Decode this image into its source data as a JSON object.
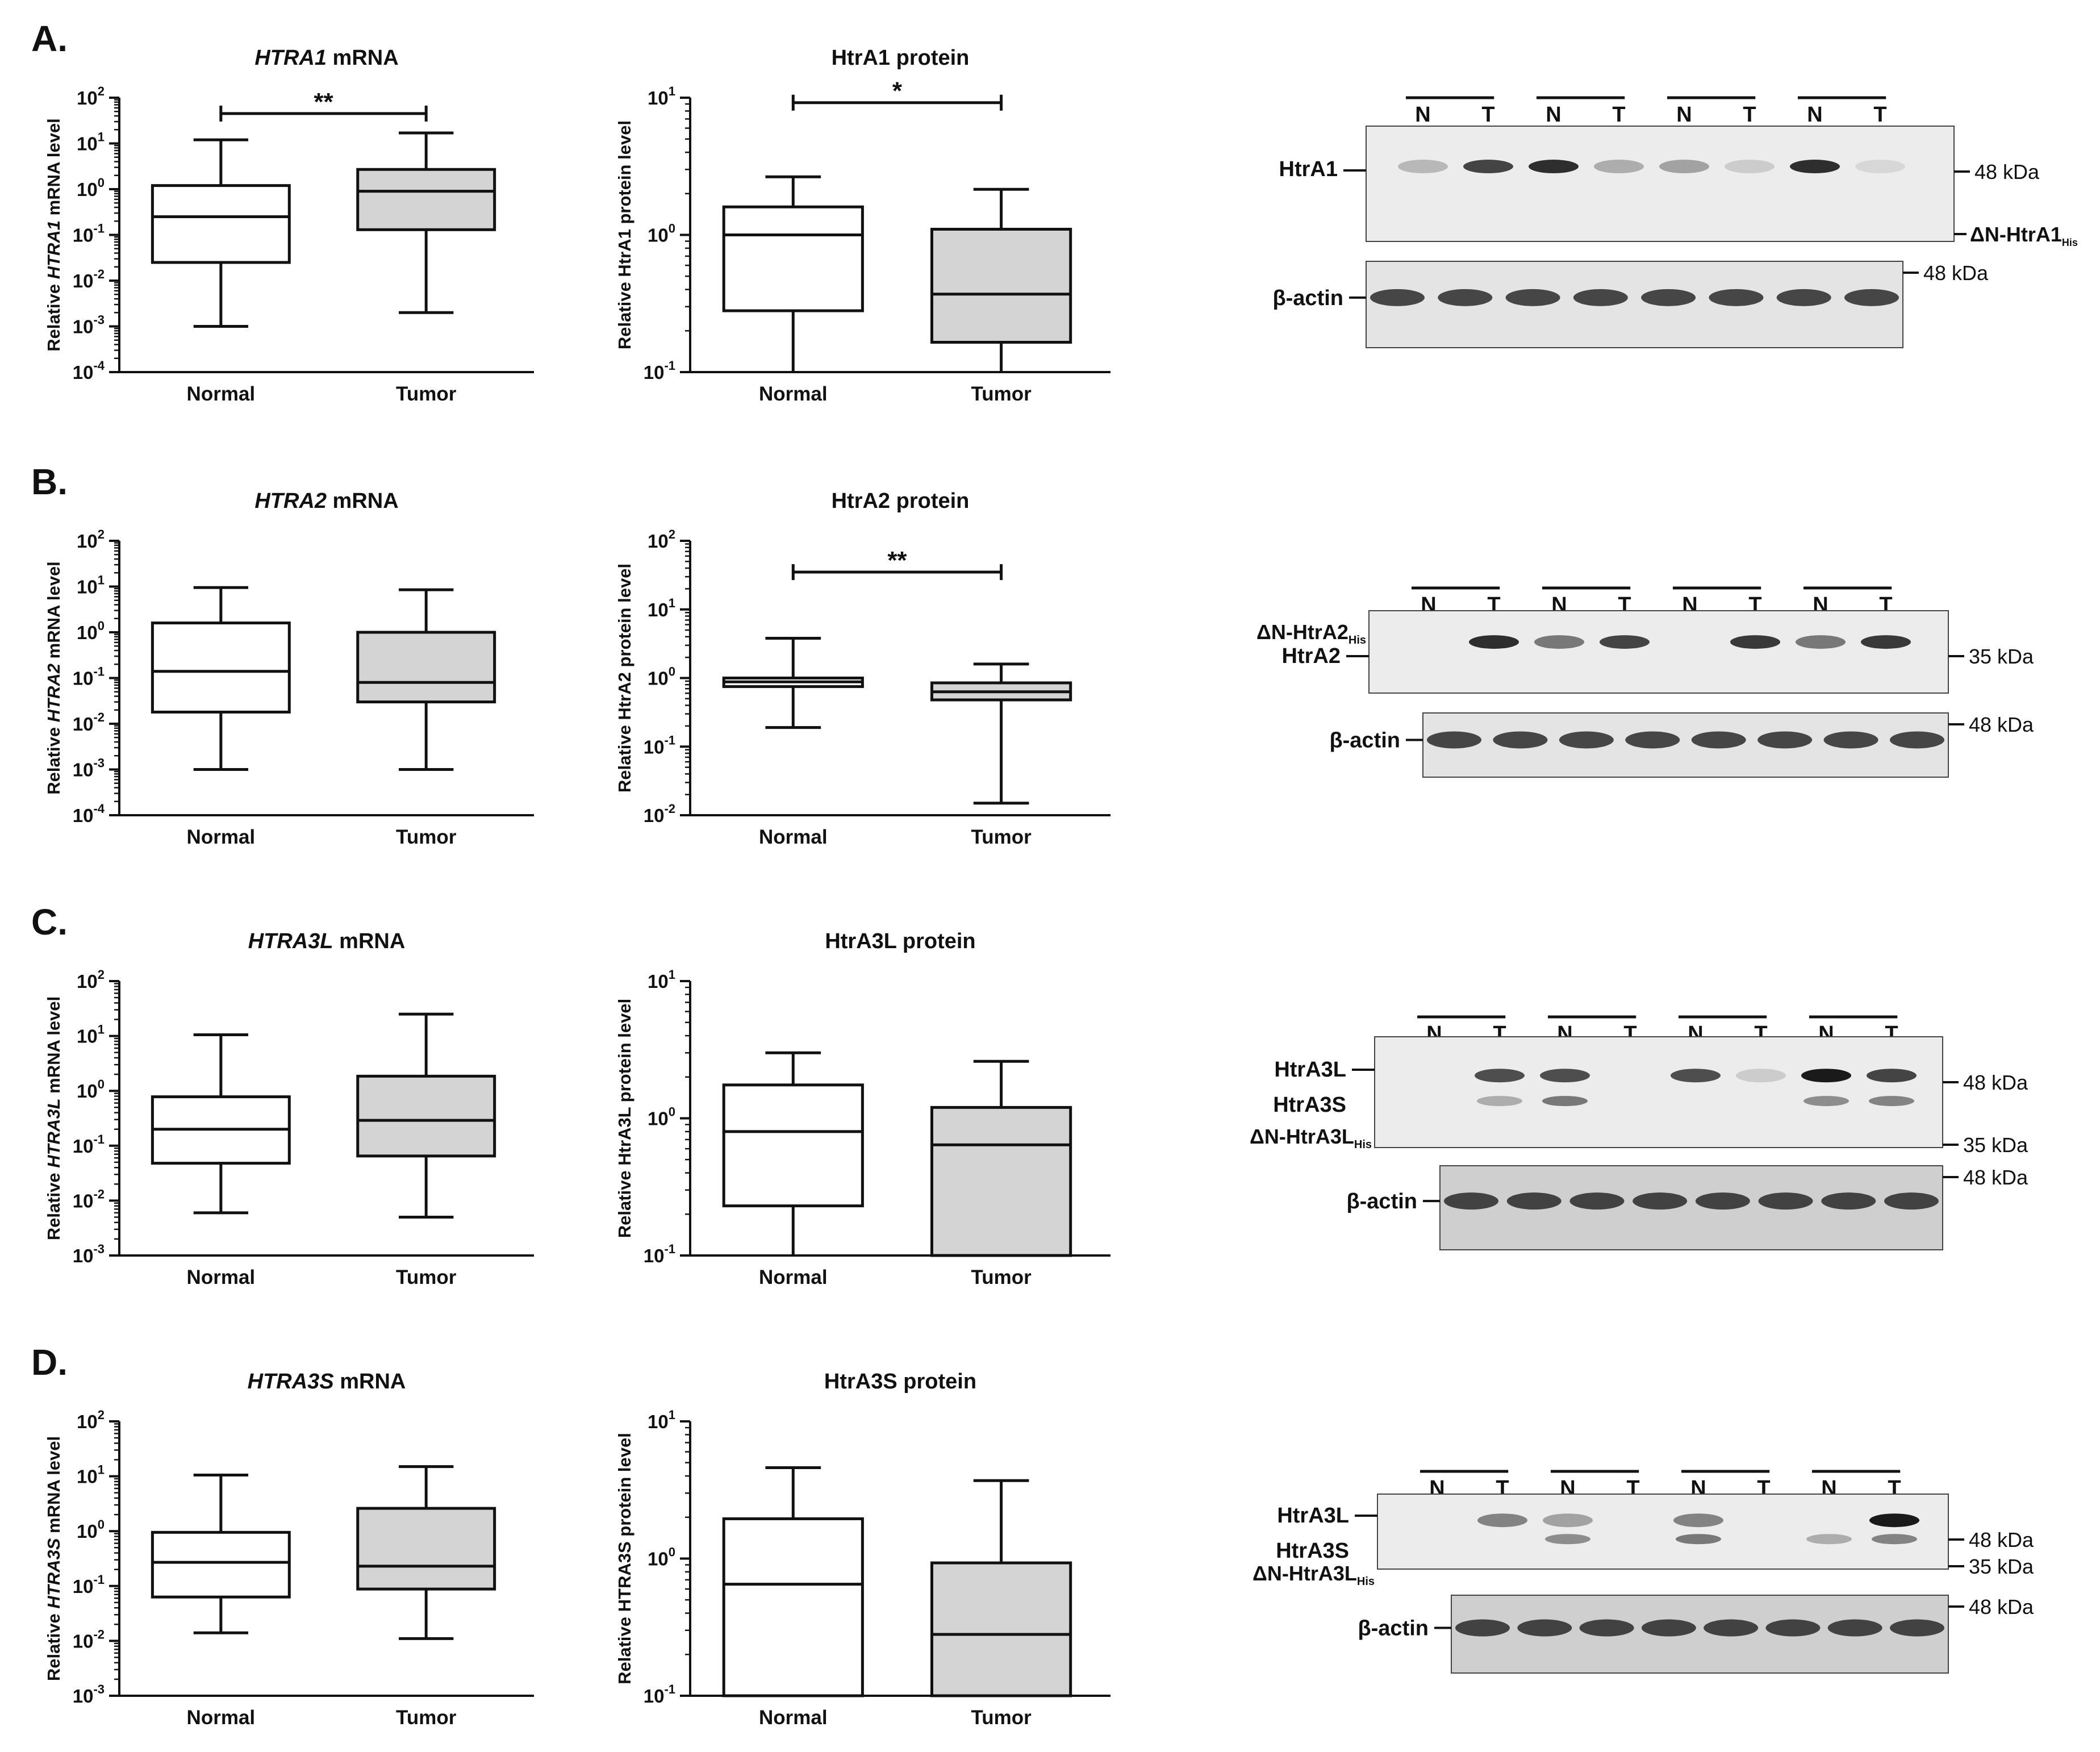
{
  "panels": [
    {
      "letter": "A.",
      "mrna_title_gene": "HTRA1",
      "mrna_title_rest": " mRNA",
      "mrna_ylabel_pre": "Relative ",
      "mrna_ylabel_gene": "HTRA1",
      "mrna_ylabel_post": " mRNA level",
      "protein_title": "HtrA1 protein",
      "protein_ylabel": "Relative HtrA1 protein level",
      "blot": {
        "lane_labels": [
          "N",
          "T",
          "N",
          "T",
          "N",
          "T",
          "N",
          "T"
        ],
        "left_labels": [
          "HtrA1"
        ],
        "actin_label": "β-actin",
        "right_markers": [
          "48 kDa"
        ],
        "right_special": "ΔN-HtrA1",
        "right_special_sub": "His",
        "actin_marker": "48 kDa"
      }
    },
    {
      "letter": "B.",
      "mrna_title_gene": "HTRA2",
      "mrna_title_rest": " mRNA",
      "mrna_ylabel_pre": "Relative ",
      "mrna_ylabel_gene": "HTRA2",
      "mrna_ylabel_post": " mRNA level",
      "protein_title": "HtrA2 protein",
      "protein_ylabel": "Relative HtrA2 protein level",
      "blot": {
        "lane_labels": [
          "N",
          "T",
          "N",
          "T",
          "N",
          "T",
          "N",
          "T"
        ],
        "left_special": "ΔN-HtrA2",
        "left_special_sub": "His",
        "left_labels": [
          "HtrA2"
        ],
        "actin_label": "β-actin",
        "right_markers": [
          "35 kDa"
        ],
        "actin_marker": "48 kDa"
      }
    },
    {
      "letter": "C.",
      "mrna_title_gene": "HTRA3L",
      "mrna_title_rest": " mRNA",
      "mrna_ylabel_pre": "Relative ",
      "mrna_ylabel_gene": "HTRA3L",
      "mrna_ylabel_post": " mRNA level",
      "protein_title": "HtrA3L protein",
      "protein_ylabel": "Relative HtrA3L protein level",
      "blot": {
        "lane_labels": [
          "N",
          "T",
          "N",
          "T",
          "N",
          "T",
          "N",
          "T"
        ],
        "left_labels": [
          "HtrA3L",
          "HtrA3S"
        ],
        "left_special": "ΔN-HtrA3L",
        "left_special_sub": "His",
        "actin_label": "β-actin",
        "right_markers": [
          "48 kDa",
          "35 kDa"
        ],
        "actin_marker": "48 kDa"
      }
    },
    {
      "letter": "D.",
      "mrna_title_gene": "HTRA3S",
      "mrna_title_rest": " mRNA",
      "mrna_ylabel_pre": "Relative ",
      "mrna_ylabel_gene": "HTRA3S",
      "mrna_ylabel_post": " mRNA level",
      "protein_title": "HtrA3S protein",
      "protein_ylabel": "Relative HTRA3S protein level",
      "blot": {
        "lane_labels": [
          "N",
          "T",
          "N",
          "T",
          "N",
          "T",
          "N",
          "T"
        ],
        "left_labels": [
          "HtrA3L",
          "HtrA3S"
        ],
        "left_special": "ΔN-HtrA3L",
        "left_special_sub": "His",
        "actin_label": "β-actin",
        "right_markers": [
          "48 kDa",
          "35 kDa"
        ],
        "actin_marker": "48 kDa"
      }
    }
  ],
  "chart_data": [
    {
      "type": "box",
      "panel": "A.",
      "title": "HTRA1 mRNA",
      "ylabel": "Relative HTRA1 mRNA level",
      "yscale": "log",
      "ylim": [
        0.0001,
        100
      ],
      "yticks": [
        {
          "b": "10",
          "e": "-4"
        },
        {
          "b": "10",
          "e": "-3"
        },
        {
          "b": "10",
          "e": "-2"
        },
        {
          "b": "10",
          "e": "-1"
        },
        {
          "b": "10",
          "e": "0"
        },
        {
          "b": "10",
          "e": "1"
        },
        {
          "b": "10",
          "e": "2"
        }
      ],
      "categories": [
        "Normal",
        "Tumor"
      ],
      "boxes": [
        {
          "min": 0.001,
          "q1": 0.025,
          "median": 0.25,
          "q3": 1.2,
          "max": 12,
          "fill": "#ffffff"
        },
        {
          "min": 0.002,
          "q1": 0.13,
          "median": 0.9,
          "q3": 2.7,
          "max": 17,
          "fill": "#d4d4d4"
        }
      ],
      "significance": "**",
      "sig_y": 45
    },
    {
      "type": "box",
      "panel": "A.",
      "title": "HtrA1 protein",
      "ylabel": "Relative HtrA1 protein level",
      "yscale": "log",
      "ylim": [
        0.1,
        10
      ],
      "yticks": [
        {
          "b": "10",
          "e": "-1"
        },
        {
          "b": "10",
          "e": "0"
        },
        {
          "b": "10",
          "e": "1"
        }
      ],
      "categories": [
        "Normal",
        "Tumor"
      ],
      "boxes": [
        {
          "min": 0.1,
          "q1": 0.28,
          "median": 1.0,
          "q3": 1.6,
          "max": 2.65,
          "fill": "#ffffff"
        },
        {
          "min": 0.1,
          "q1": 0.165,
          "median": 0.37,
          "q3": 1.1,
          "max": 2.15,
          "fill": "#d4d4d4"
        }
      ],
      "significance": "*",
      "sig_y": 9.2
    },
    {
      "type": "box",
      "panel": "B.",
      "title": "HTRA2 mRNA",
      "ylabel": "Relative HTRA2 mRNA level",
      "yscale": "log",
      "ylim": [
        0.0001,
        100
      ],
      "yticks": [
        {
          "b": "10",
          "e": "-4"
        },
        {
          "b": "10",
          "e": "-3"
        },
        {
          "b": "10",
          "e": "-2"
        },
        {
          "b": "10",
          "e": "-1"
        },
        {
          "b": "10",
          "e": "0"
        },
        {
          "b": "10",
          "e": "1"
        },
        {
          "b": "10",
          "e": "2"
        }
      ],
      "categories": [
        "Normal",
        "Tumor"
      ],
      "boxes": [
        {
          "min": 0.001,
          "q1": 0.018,
          "median": 0.14,
          "q3": 1.6,
          "max": 9.5,
          "fill": "#ffffff"
        },
        {
          "min": 0.001,
          "q1": 0.03,
          "median": 0.08,
          "q3": 1.0,
          "max": 8.5,
          "fill": "#d4d4d4"
        }
      ]
    },
    {
      "type": "box",
      "panel": "B.",
      "title": "HtrA2 protein",
      "ylabel": "Relative HtrA2 protein level",
      "yscale": "log",
      "ylim": [
        0.01,
        100
      ],
      "yticks": [
        {
          "b": "10",
          "e": "-2"
        },
        {
          "b": "10",
          "e": "-1"
        },
        {
          "b": "10",
          "e": "0"
        },
        {
          "b": "10",
          "e": "1"
        },
        {
          "b": "10",
          "e": "2"
        }
      ],
      "categories": [
        "Normal",
        "Tumor"
      ],
      "boxes": [
        {
          "min": 0.19,
          "q1": 0.75,
          "median": 0.88,
          "q3": 1.0,
          "max": 3.8,
          "fill": "#ffffff"
        },
        {
          "min": 0.015,
          "q1": 0.48,
          "median": 0.63,
          "q3": 0.85,
          "max": 1.6,
          "fill": "#d4d4d4"
        }
      ],
      "significance": "**",
      "sig_y": 35
    },
    {
      "type": "box",
      "panel": "C.",
      "title": "HTRA3L mRNA",
      "ylabel": "Relative HTRA3L mRNA level",
      "yscale": "log",
      "ylim": [
        0.001,
        100
      ],
      "yticks": [
        {
          "b": "10",
          "e": "-3"
        },
        {
          "b": "10",
          "e": "-2"
        },
        {
          "b": "10",
          "e": "-1"
        },
        {
          "b": "10",
          "e": "0"
        },
        {
          "b": "10",
          "e": "1"
        },
        {
          "b": "10",
          "e": "2"
        }
      ],
      "categories": [
        "Normal",
        "Tumor"
      ],
      "boxes": [
        {
          "min": 0.006,
          "q1": 0.048,
          "median": 0.2,
          "q3": 0.78,
          "max": 10.5,
          "fill": "#ffffff"
        },
        {
          "min": 0.005,
          "q1": 0.065,
          "median": 0.29,
          "q3": 1.85,
          "max": 25,
          "fill": "#d4d4d4"
        }
      ]
    },
    {
      "type": "box",
      "panel": "C.",
      "title": "HtrA3L protein",
      "ylabel": "Relative HtrA3L protein level",
      "yscale": "log",
      "ylim": [
        0.1,
        10
      ],
      "yticks": [
        {
          "b": "10",
          "e": "-1"
        },
        {
          "b": "10",
          "e": "0"
        },
        {
          "b": "10",
          "e": "1"
        }
      ],
      "categories": [
        "Normal",
        "Tumor"
      ],
      "boxes": [
        {
          "min": 0.1,
          "q1": 0.23,
          "median": 0.8,
          "q3": 1.75,
          "max": 3.0,
          "fill": "#ffffff"
        },
        {
          "min": 0.1,
          "q1": 0.1,
          "median": 0.64,
          "q3": 1.2,
          "max": 2.6,
          "fill": "#d4d4d4"
        }
      ]
    },
    {
      "type": "box",
      "panel": "D.",
      "title": "HTRA3S mRNA",
      "ylabel": "Relative HTRA3S mRNA level",
      "yscale": "log",
      "ylim": [
        0.001,
        100
      ],
      "yticks": [
        {
          "b": "10",
          "e": "-3"
        },
        {
          "b": "10",
          "e": "-2"
        },
        {
          "b": "10",
          "e": "-1"
        },
        {
          "b": "10",
          "e": "0"
        },
        {
          "b": "10",
          "e": "1"
        },
        {
          "b": "10",
          "e": "2"
        }
      ],
      "categories": [
        "Normal",
        "Tumor"
      ],
      "boxes": [
        {
          "min": 0.014,
          "q1": 0.063,
          "median": 0.27,
          "q3": 0.95,
          "max": 10.5,
          "fill": "#ffffff"
        },
        {
          "min": 0.011,
          "q1": 0.088,
          "median": 0.23,
          "q3": 2.6,
          "max": 15,
          "fill": "#d4d4d4"
        }
      ]
    },
    {
      "type": "box",
      "panel": "D.",
      "title": "HtrA3S protein",
      "ylabel": "Relative HTRA3S protein level",
      "yscale": "log",
      "ylim": [
        0.1,
        10
      ],
      "yticks": [
        {
          "b": "10",
          "e": "-1"
        },
        {
          "b": "10",
          "e": "0"
        },
        {
          "b": "10",
          "e": "1"
        }
      ],
      "categories": [
        "Normal",
        "Tumor"
      ],
      "boxes": [
        {
          "min": 0.1,
          "q1": 0.1,
          "median": 0.65,
          "q3": 1.95,
          "max": 4.6,
          "fill": "#ffffff"
        },
        {
          "min": 0.1,
          "q1": 0.1,
          "median": 0.28,
          "q3": 0.93,
          "max": 3.7,
          "fill": "#d4d4d4"
        }
      ]
    }
  ]
}
